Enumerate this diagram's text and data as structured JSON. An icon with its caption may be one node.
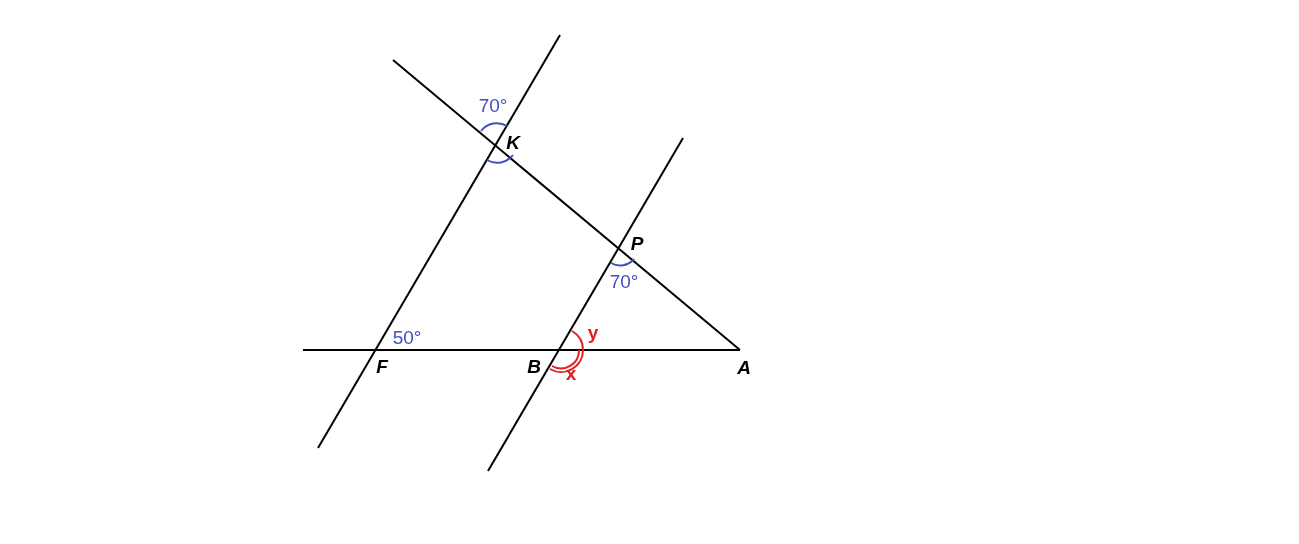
{
  "diagram": {
    "labels": [
      "70°",
      "K",
      "P",
      "70°",
      "y",
      "50°",
      "F",
      "B",
      "x",
      "A"
    ]
  }
}
